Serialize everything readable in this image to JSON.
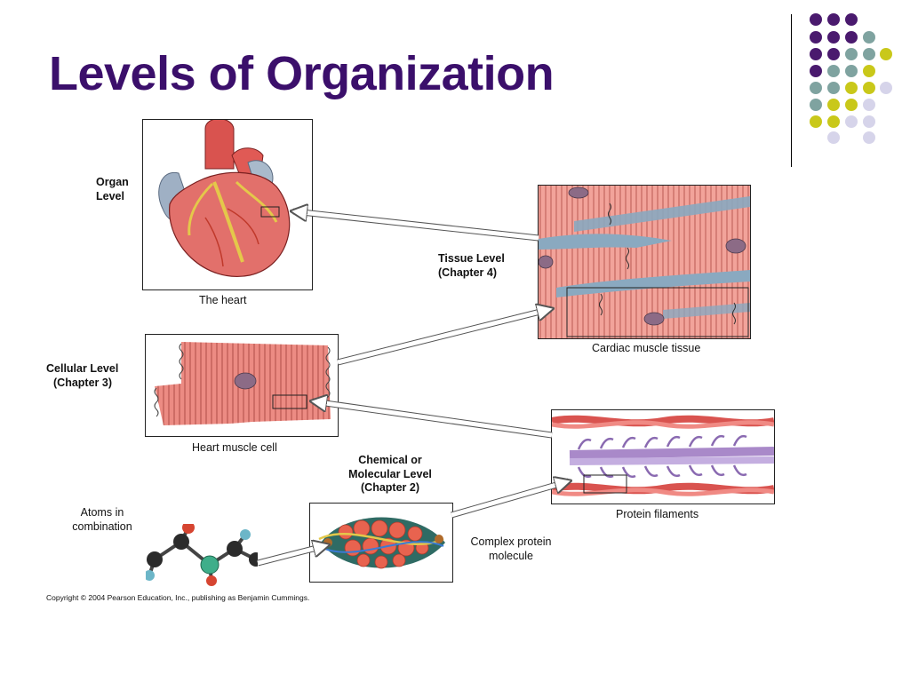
{
  "slide": {
    "title": "Levels of Organization"
  },
  "labels": {
    "organ_level_line1": "Organ",
    "organ_level_line2": "Level",
    "heart_caption": "The heart",
    "tissue_level_line1": "Tissue Level",
    "tissue_level_line2": "(Chapter 4)",
    "tissue_caption": "Cardiac muscle tissue",
    "cellular_level_line1": "Cellular Level",
    "cellular_level_line2": "(Chapter 3)",
    "cell_caption": "Heart muscle cell",
    "chemical_level_line1": "Chemical or",
    "chemical_level_line2": "Molecular Level",
    "chemical_level_line3": "(Chapter 2)",
    "filaments_caption": "Protein filaments",
    "atoms_line1": "Atoms in",
    "atoms_line2": "combination",
    "complex_line1": "Complex protein",
    "complex_line2": "molecule"
  },
  "footer": {
    "copyright": "Copyright © 2004 Pearson Education, Inc., publishing as Benjamin Cummings."
  },
  "colors": {
    "title": "#3b0f6b",
    "dot_purple": "#4a1a6e",
    "dot_teal": "#7fa3a0",
    "dot_yellow": "#c9c81a",
    "dot_lavender": "#d6d4ea",
    "muscle_pink": "#e8847e",
    "vessel_blue": "#8aa9c0"
  }
}
